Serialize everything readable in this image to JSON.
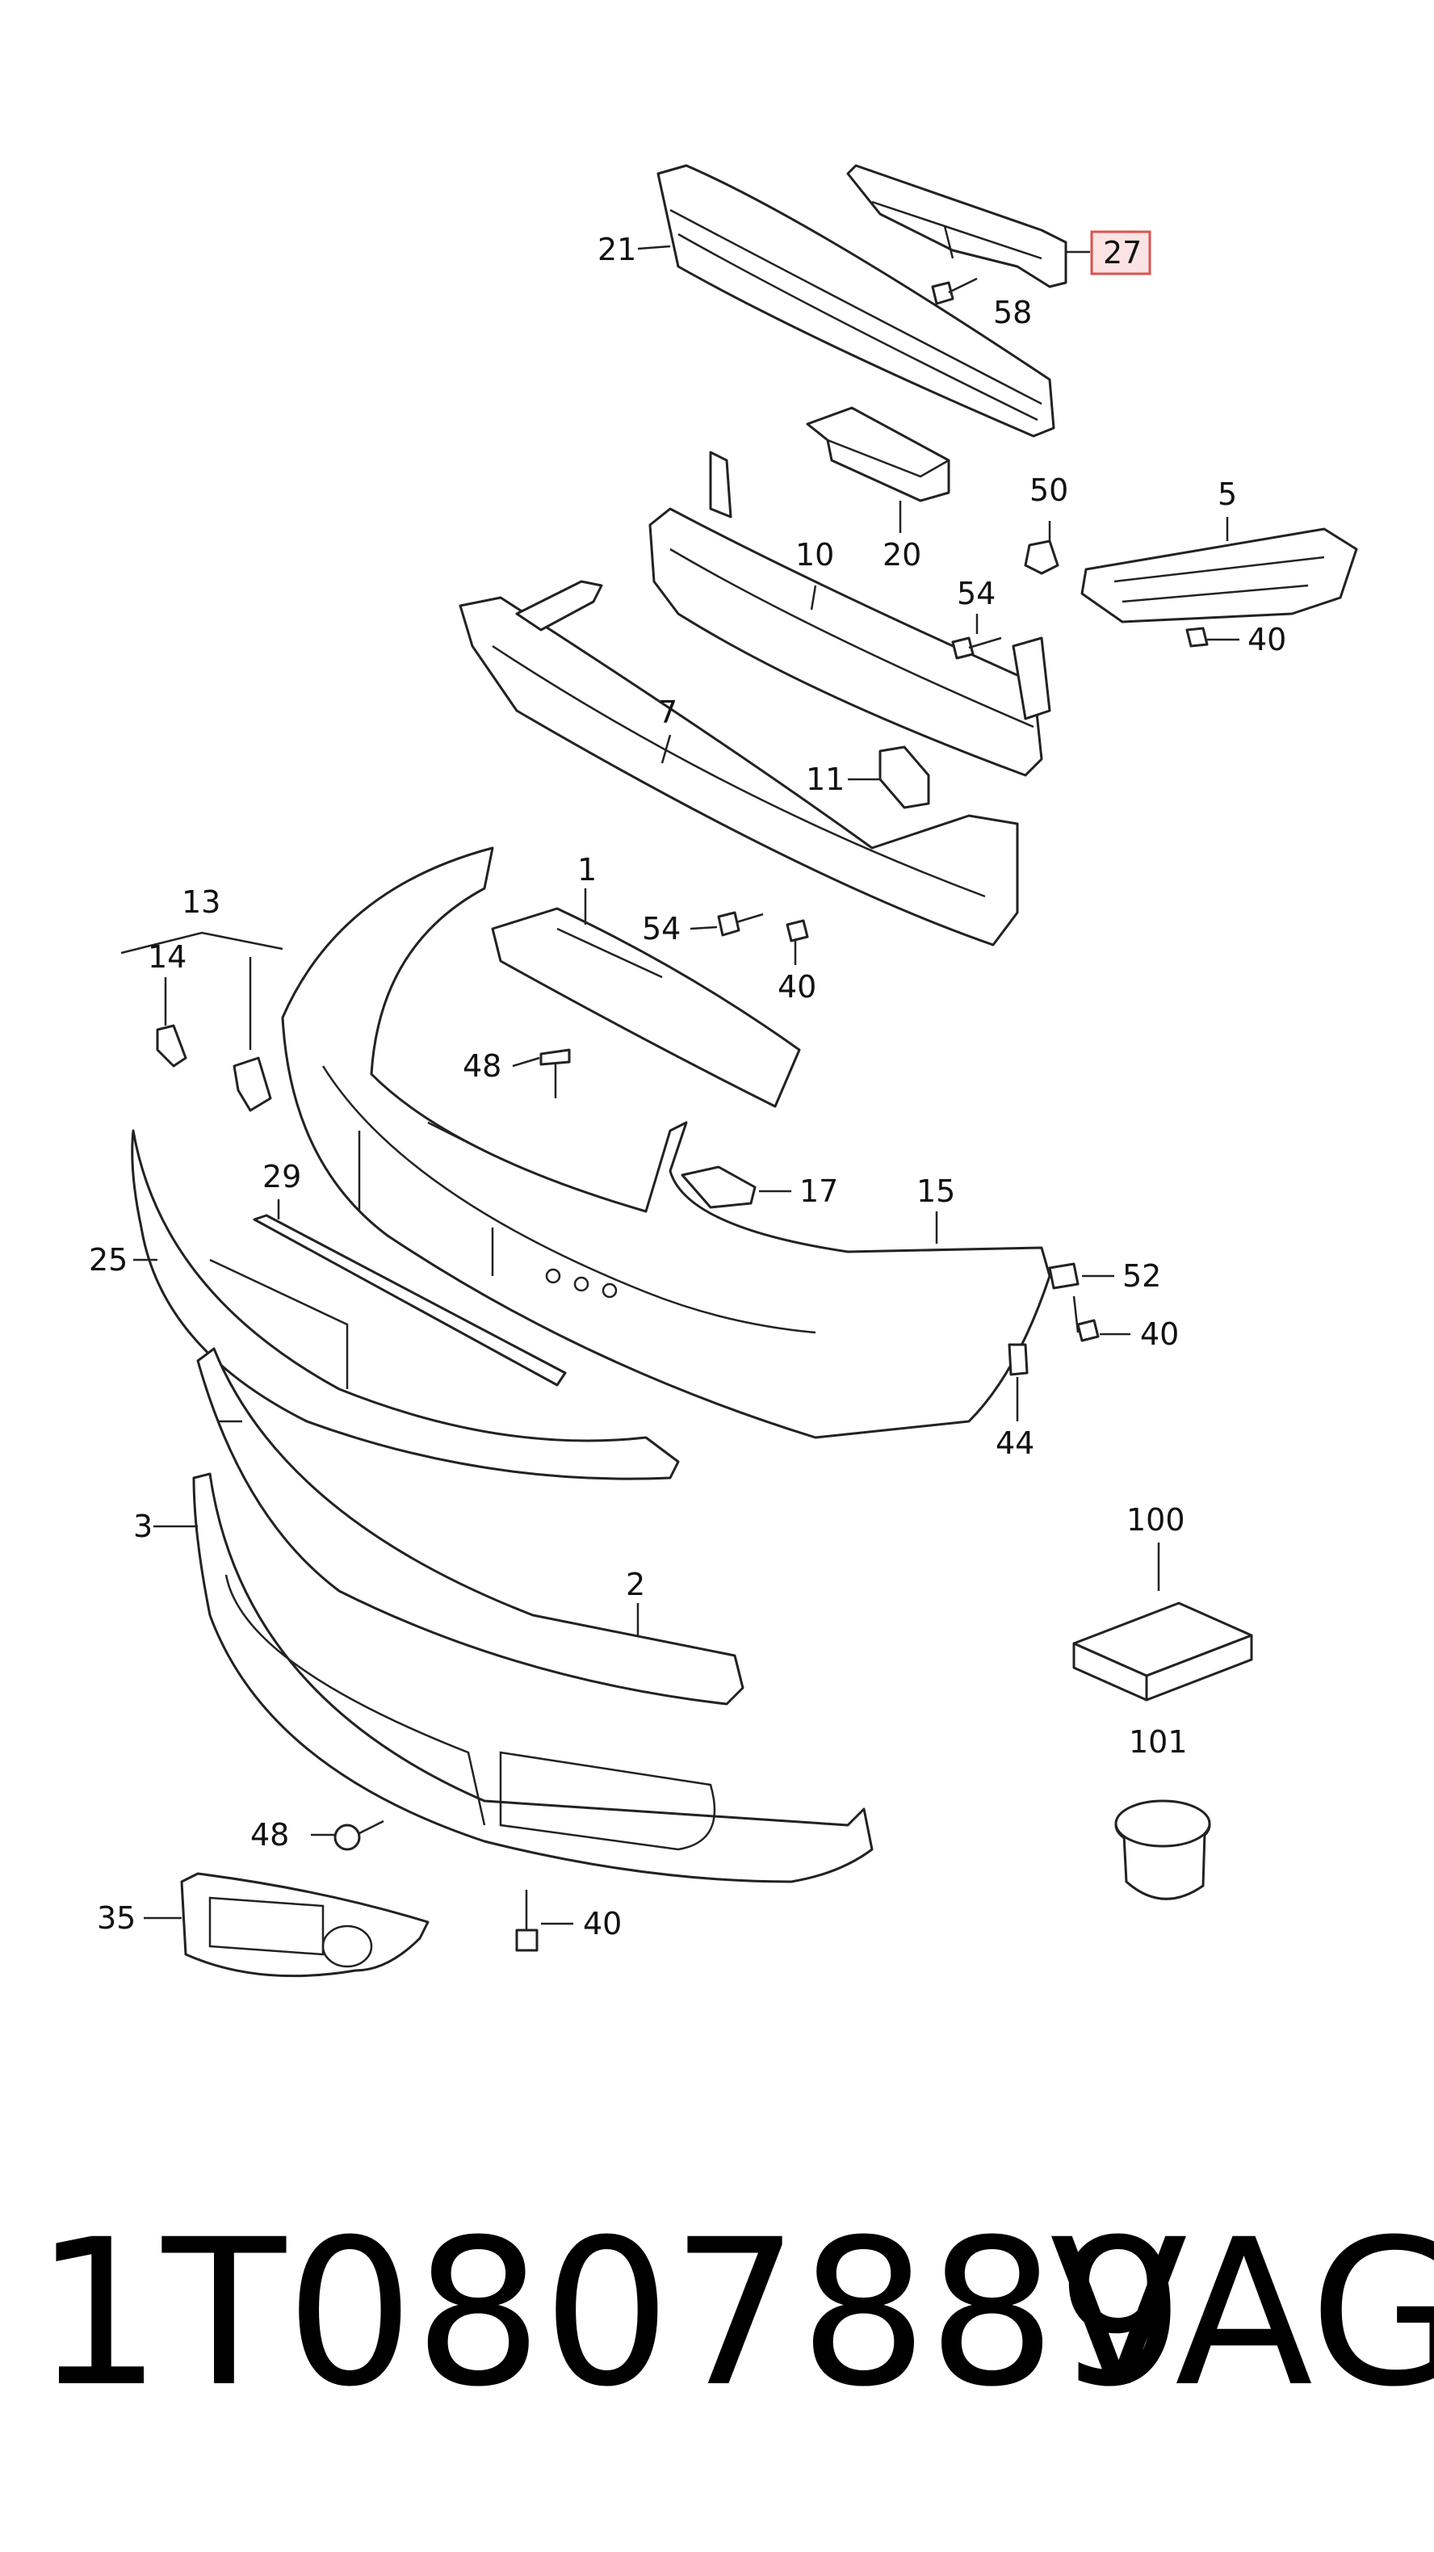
{
  "caption": {
    "part_number": "1T0807889",
    "brand": "VAG"
  },
  "callouts": {
    "c1": "1",
    "c2": "2",
    "c3": "3",
    "c5": "5",
    "c7": "7",
    "c10": "10",
    "c11": "11",
    "c13": "13",
    "c14": "14",
    "c15": "15",
    "c17": "17",
    "c20": "20",
    "c21": "21",
    "c25": "25",
    "c27": "27",
    "c29": "29",
    "c35": "35",
    "c40a": "40",
    "c40b": "40",
    "c40c": "40",
    "c40d": "40",
    "c44": "44",
    "c48a": "48",
    "c48b": "48",
    "c50": "50",
    "c52": "52",
    "c54a": "54",
    "c54b": "54",
    "c58": "58",
    "c100": "100",
    "c101": "101"
  },
  "highlight": {
    "part": "27",
    "border_color": "#d9534f",
    "fill_color": "#fbe3e3"
  }
}
